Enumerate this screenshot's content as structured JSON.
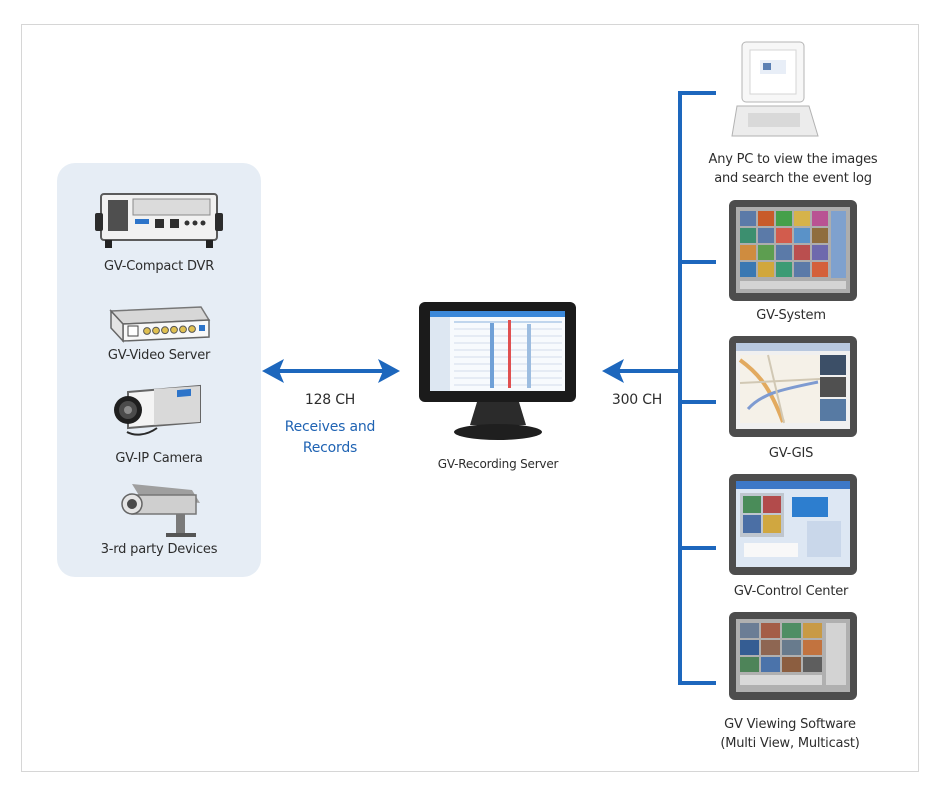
{
  "left_devices": [
    {
      "name": "GV-Compact DVR",
      "icon": "dvr-icon"
    },
    {
      "name": "GV-Video Server",
      "icon": "video-server-icon"
    },
    {
      "name": "GV-IP Camera",
      "icon": "ip-camera-icon"
    },
    {
      "name": "3-rd party Devices",
      "icon": "third-party-camera-icon"
    }
  ],
  "left_link": {
    "channels": "128 CH",
    "note_line1": "Receives and",
    "note_line2": "Records"
  },
  "server": {
    "name": "GV-Recording Server",
    "icon": "monitor-icon"
  },
  "right_link": {
    "channels": "300 CH"
  },
  "right_devices": [
    {
      "line1": "Any PC to view the images",
      "line2": "and search the event log",
      "icon": "pc-icon"
    },
    {
      "line1": "GV-System",
      "icon": "system-monitor-icon"
    },
    {
      "line1": "GV-GIS",
      "icon": "gis-monitor-icon"
    },
    {
      "line1": "GV-Control Center",
      "icon": "control-center-monitor-icon"
    },
    {
      "line1": "GV Viewing Software",
      "line2": "(Multi View, Multicast)",
      "icon": "viewing-software-monitor-icon"
    }
  ],
  "colors": {
    "panel": "#e6edf5",
    "blue": "#1f63b3",
    "arrow": "#1d67bd",
    "text": "#2d2d2d"
  }
}
